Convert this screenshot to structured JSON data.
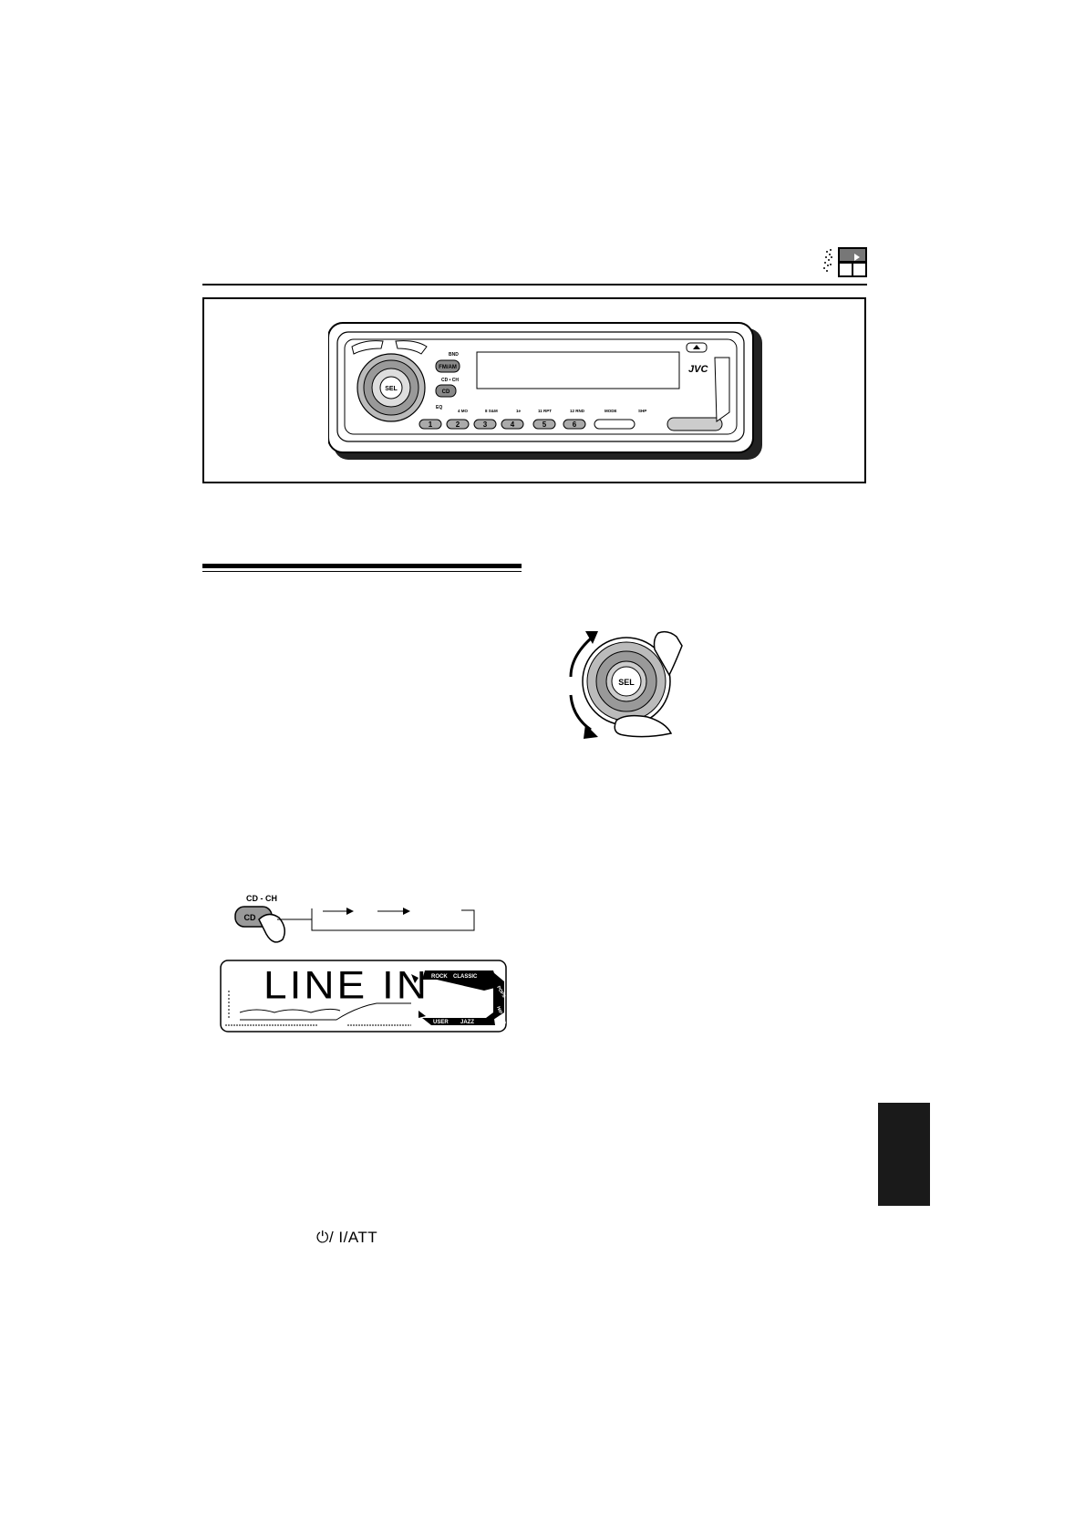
{
  "header": {
    "icon": "disc-change-icon"
  },
  "unit": {
    "brand": "JVC",
    "knob_label": "SEL",
    "button_labels": {
      "fm_am": "FM/AM",
      "band": "BND",
      "cd": "CD",
      "cd_ch": "CD • CH",
      "mode": "MODE",
      "shp": "SHP",
      "eq": "EQ",
      "preset_marks": [
        "4 MO",
        "8 S&M",
        "1e",
        "11 RPT",
        "12 RND"
      ],
      "presets": [
        "1",
        "2",
        "3",
        "4",
        "5",
        "6"
      ]
    }
  },
  "knob_figure": {
    "label": "SEL"
  },
  "cd_figure": {
    "button_top_label": "CD - CH",
    "button_label": "CD"
  },
  "lcd": {
    "text": "LINE IN",
    "eq_modes": [
      "ROCK",
      "CLASSIC",
      "POPS",
      "HIP HOP",
      "USER",
      "JAZZ"
    ]
  },
  "power_label": "⏻/ I/ATT"
}
